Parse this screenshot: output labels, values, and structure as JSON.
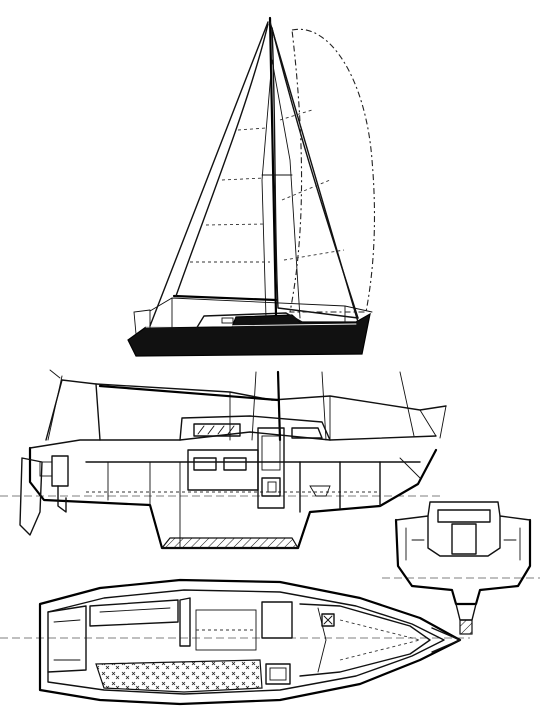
{
  "drawing": {
    "ink_color": "#111111",
    "paper_color": "#ffffff",
    "views": [
      "sail-plan",
      "inboard-profile",
      "midship-section",
      "accommodation-plan"
    ]
  }
}
